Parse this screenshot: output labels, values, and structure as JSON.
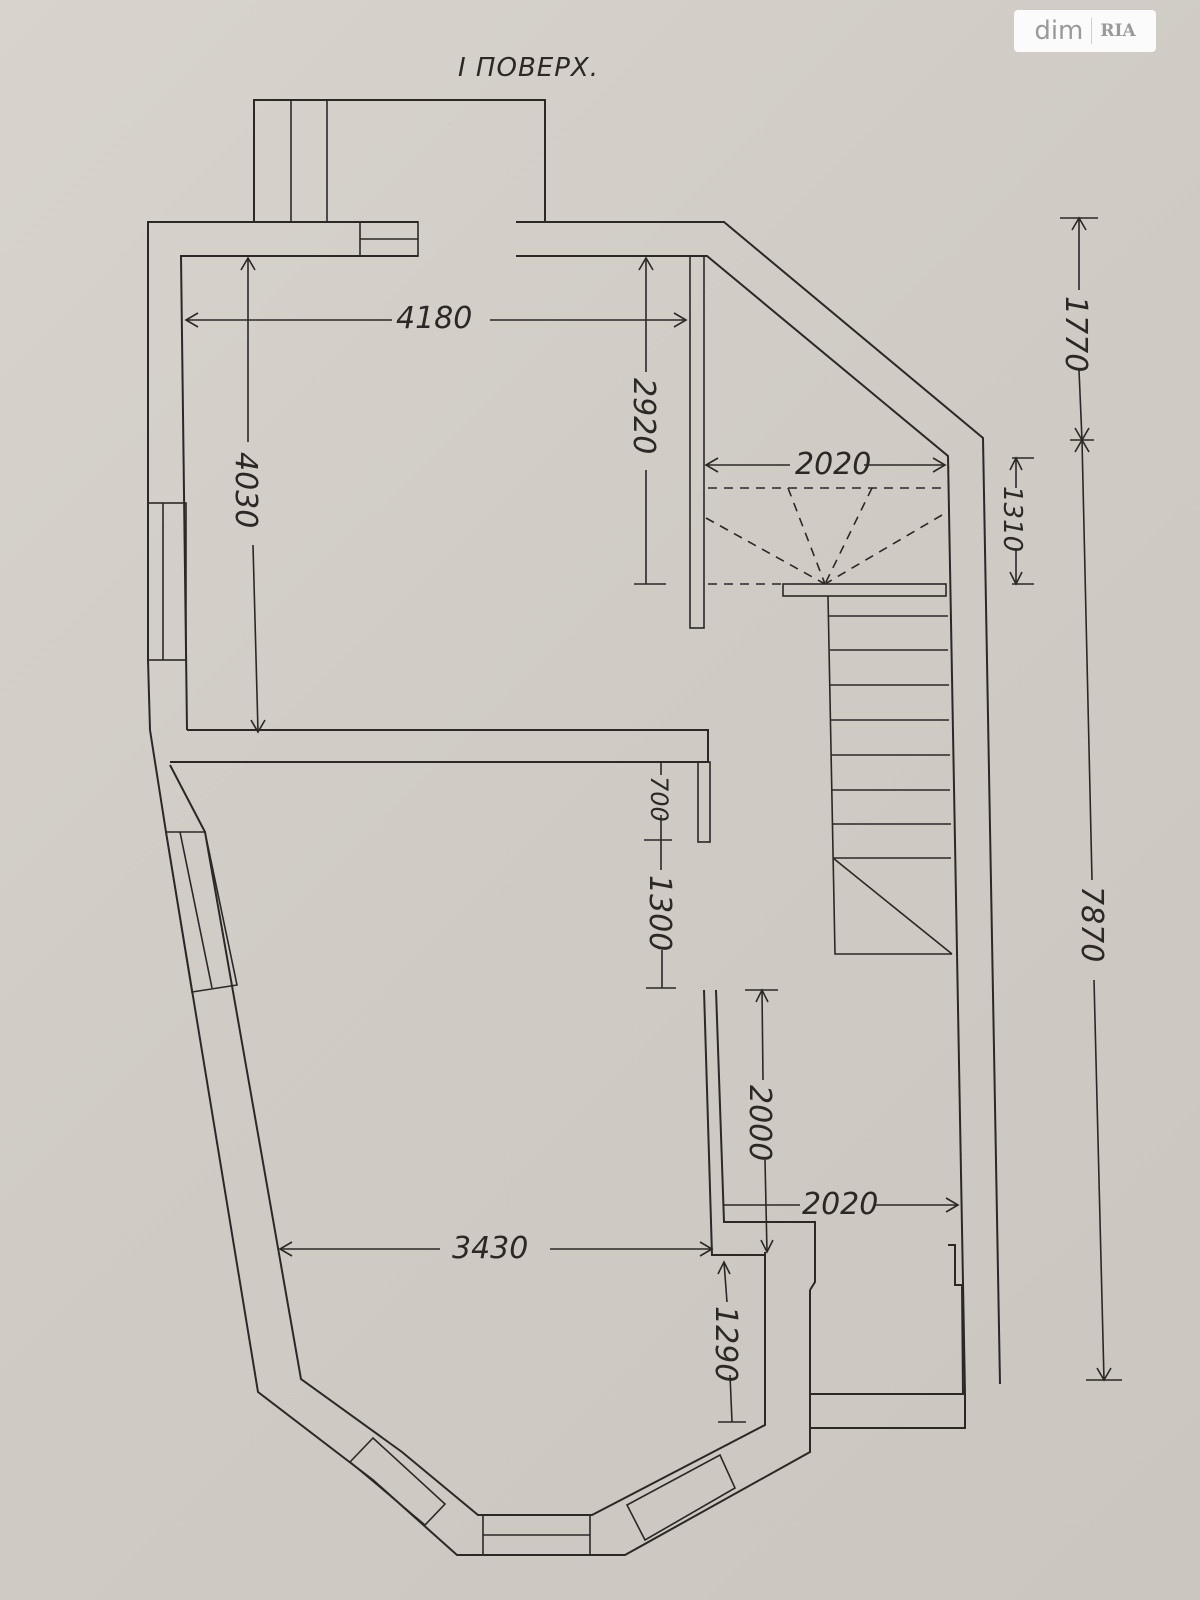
{
  "title": "I ПОВЕРХ.",
  "dimensions": {
    "top_width": "4180",
    "left_room_height": "4030",
    "right_room_height": "2920",
    "stair_landing_width": "2020",
    "stair_landing_height": "1310",
    "upper_right_segment": "1770",
    "overall_right": "7870",
    "door_gap": "700",
    "wall_gap": "1300",
    "corridor_height": "2000",
    "corridor_width": "2020",
    "bottom_room_width": "3430",
    "bottom_return": "1290"
  },
  "watermark": {
    "text": "dim",
    "logo": "RIA"
  }
}
